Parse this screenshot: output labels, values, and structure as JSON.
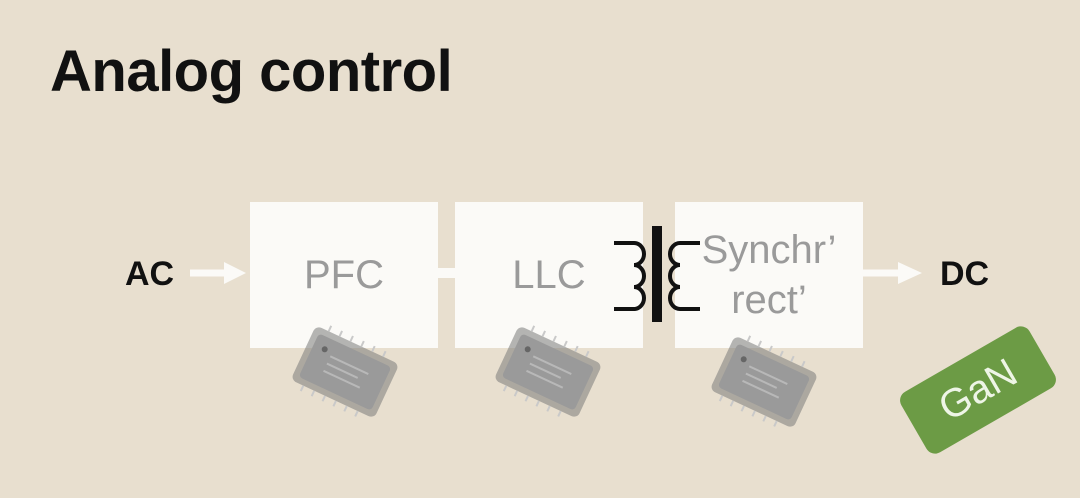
{
  "title": "Analog control",
  "input_label": "AC",
  "output_label": "DC",
  "blocks": [
    {
      "label": "PFC"
    },
    {
      "label": "LLC"
    },
    {
      "label_lines": [
        "Synchr’",
        "rect’"
      ]
    }
  ],
  "badge": "GaN",
  "colors": {
    "background": "#e8dfcf",
    "block_fill": "#fbfaf7",
    "block_text": "#9a9a9a",
    "arrow": "#fbfaf7",
    "badge_fill": "#6c9b45",
    "chip": "#8a8a8a"
  },
  "icons": [
    "transformer-icon",
    "ic-chip-icon"
  ]
}
